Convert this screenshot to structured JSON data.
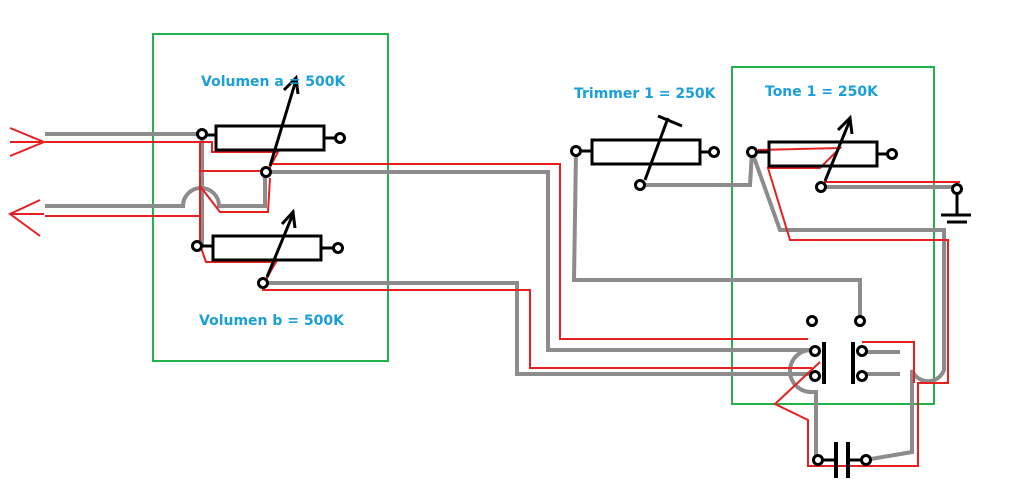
{
  "colors": {
    "label": "#1a9fd9",
    "box": "#22b14c",
    "wire_gray": "#8c8c8c",
    "wire_red": "#e62020",
    "component": "#000000",
    "background": "#ffffff"
  },
  "labels": {
    "volumen_a": "Volumen a = 500K",
    "volumen_b": "Volumen b = 500K",
    "trimmer_1": "Trimmer 1 = 250K",
    "tone_1": "Tone 1 = 250K"
  },
  "icons": {
    "input_jack": "arrow-right-icon",
    "output_jack": "arrow-left-icon",
    "ground": "ground-icon",
    "capacitor": "capacitor-icon",
    "switch": "switch-icon"
  }
}
